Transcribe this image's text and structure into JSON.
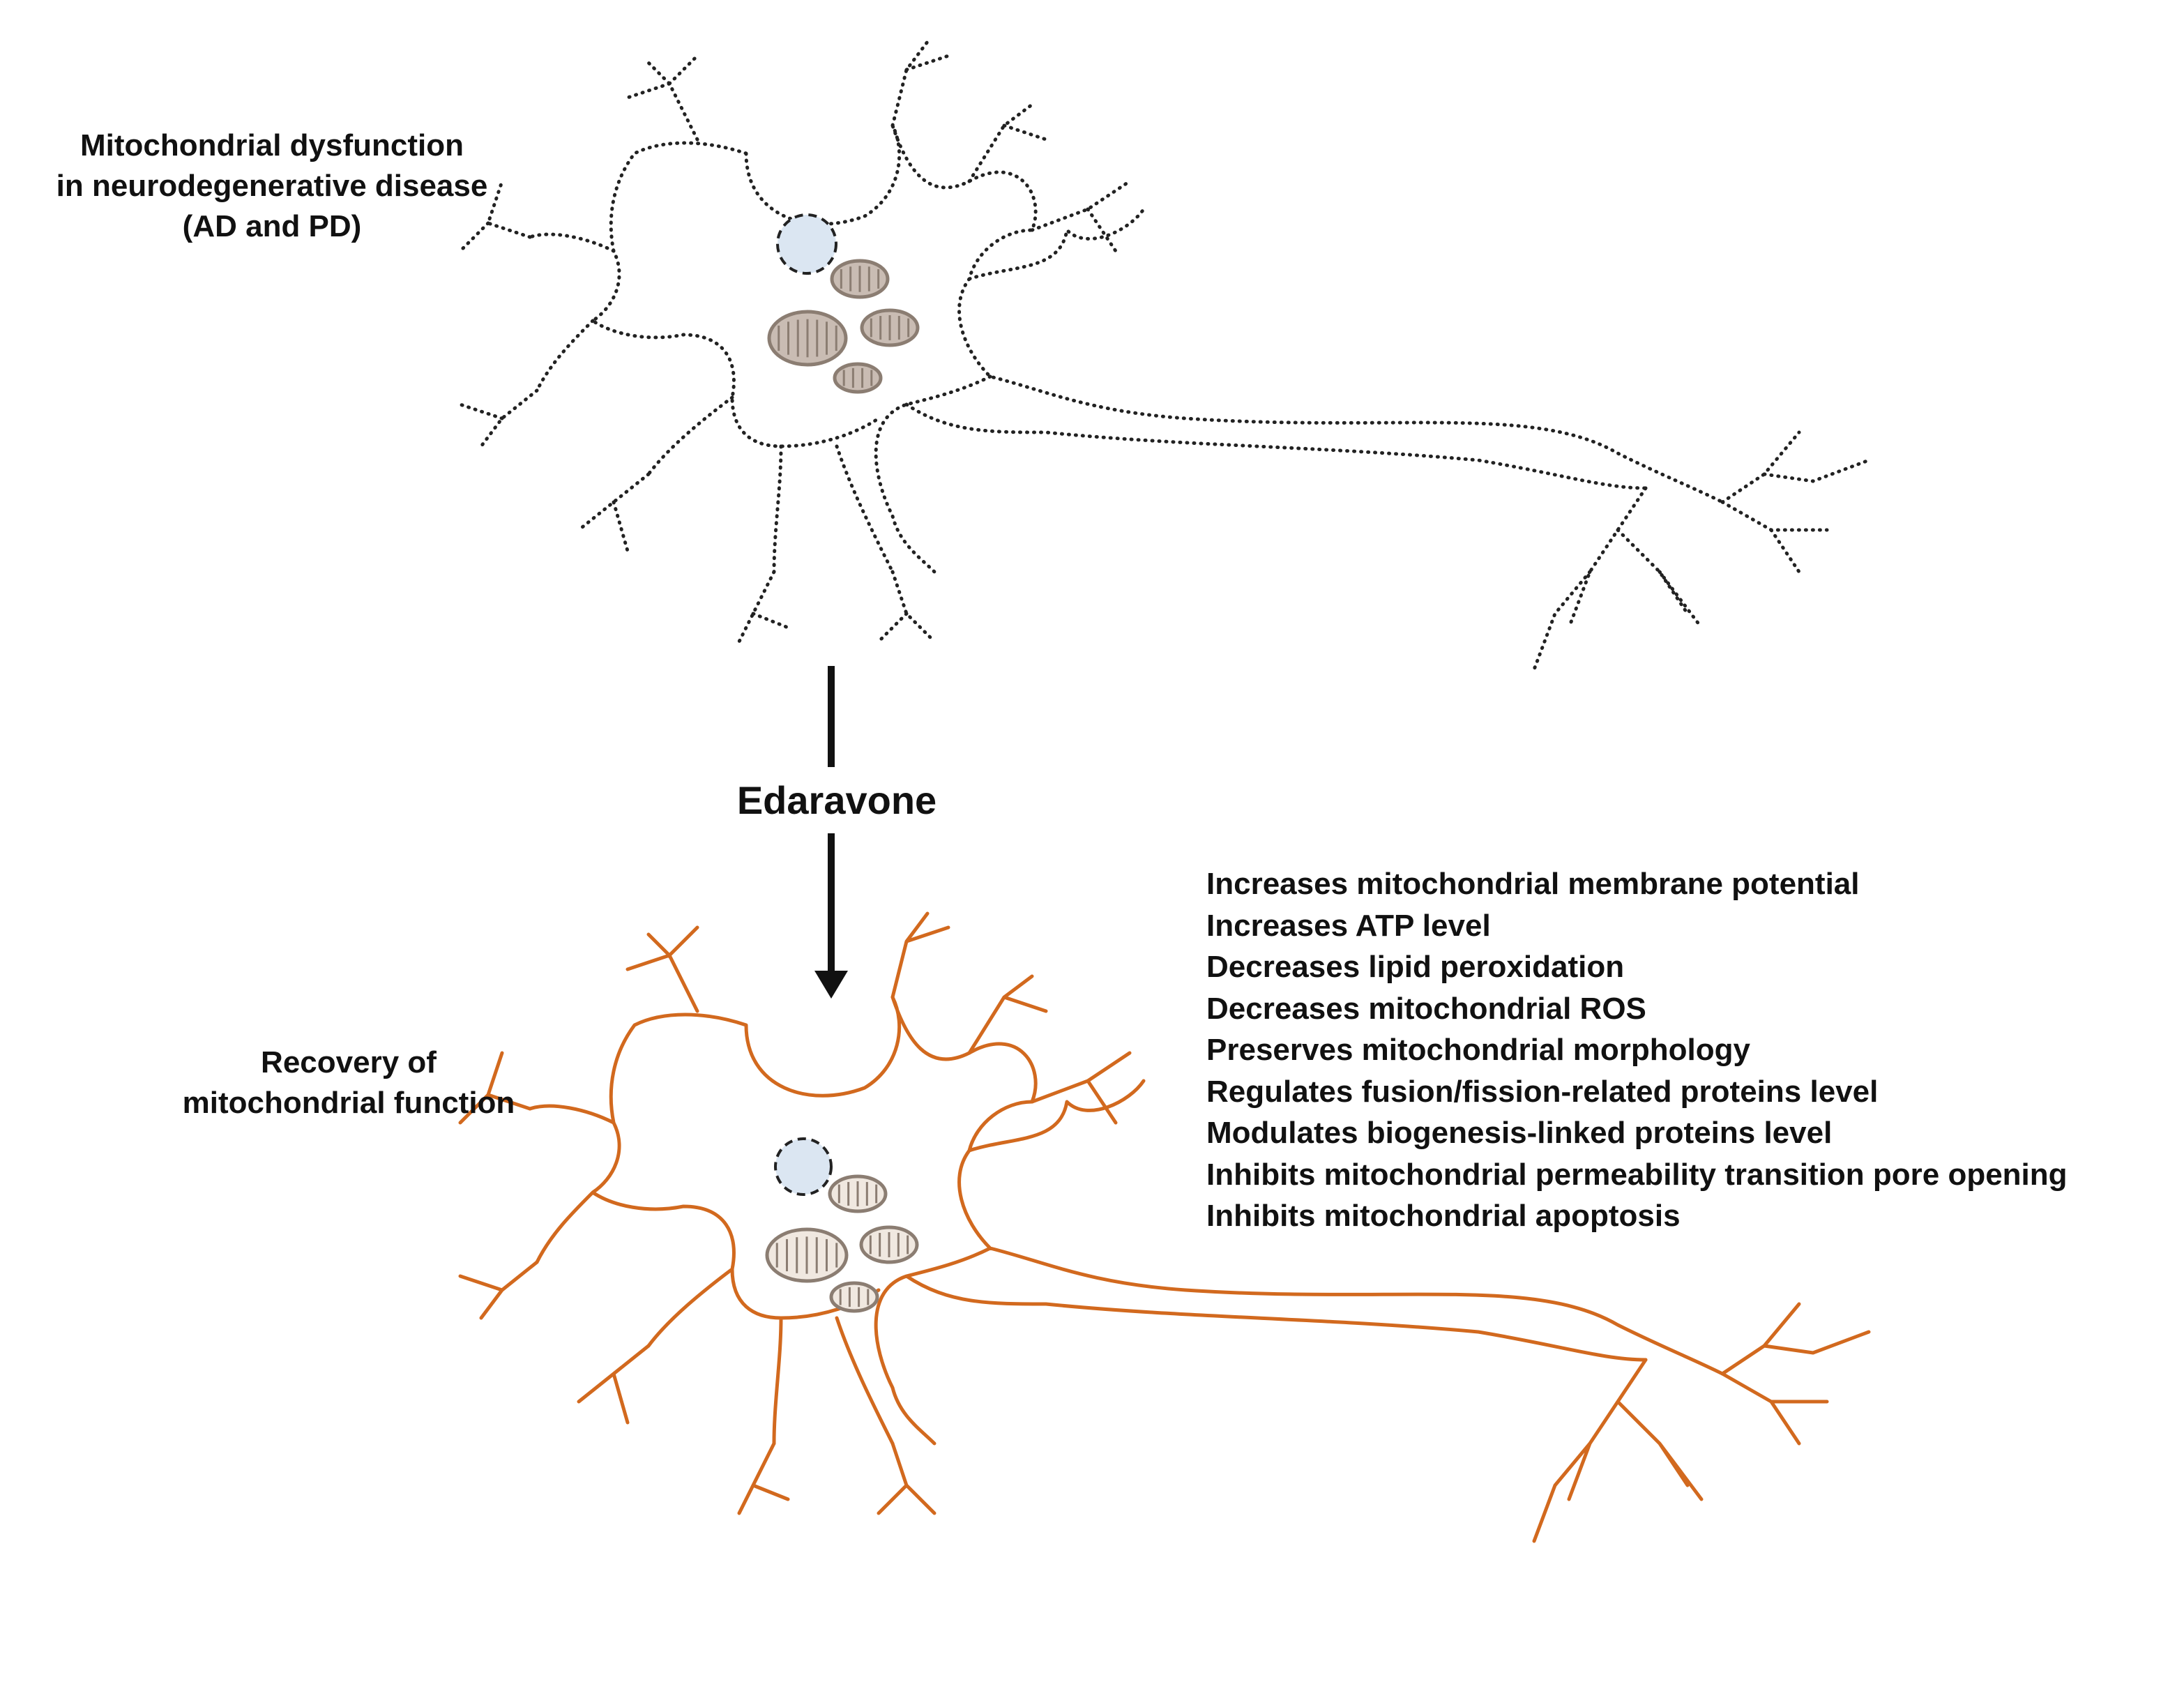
{
  "top_neuron": {
    "caption_lines": [
      "Mitochondrial dysfunction",
      "in neurodegenerative disease",
      "(AD and PD)"
    ],
    "outline_color": "#222222",
    "outline_style": "dotted"
  },
  "treatment": {
    "label": "Edaravone"
  },
  "bottom_neuron": {
    "caption_lines": [
      "Recovery of",
      "mitochondrial function"
    ],
    "outline_color": "#d2691e",
    "outline_style": "solid"
  },
  "effects": [
    "Increases mitochondrial membrane potential",
    "Increases ATP level",
    "Decreases lipid peroxidation",
    "Decreases mitochondrial ROS",
    "Preserves mitochondrial morphology",
    "Regulates fusion/fission-related proteins level",
    "Modulates biogenesis-linked proteins level",
    "Inhibits mitochondrial permeability transition pore opening",
    "Inhibits mitochondrial apoptosis"
  ],
  "colors": {
    "nucleus_fill": "#dbe6f2",
    "mito_damaged_fill": "#c9bcb3",
    "mito_healthy_fill": "#f0e8e0",
    "mito_outline": "#8b7d72",
    "arrow": "#111111"
  }
}
